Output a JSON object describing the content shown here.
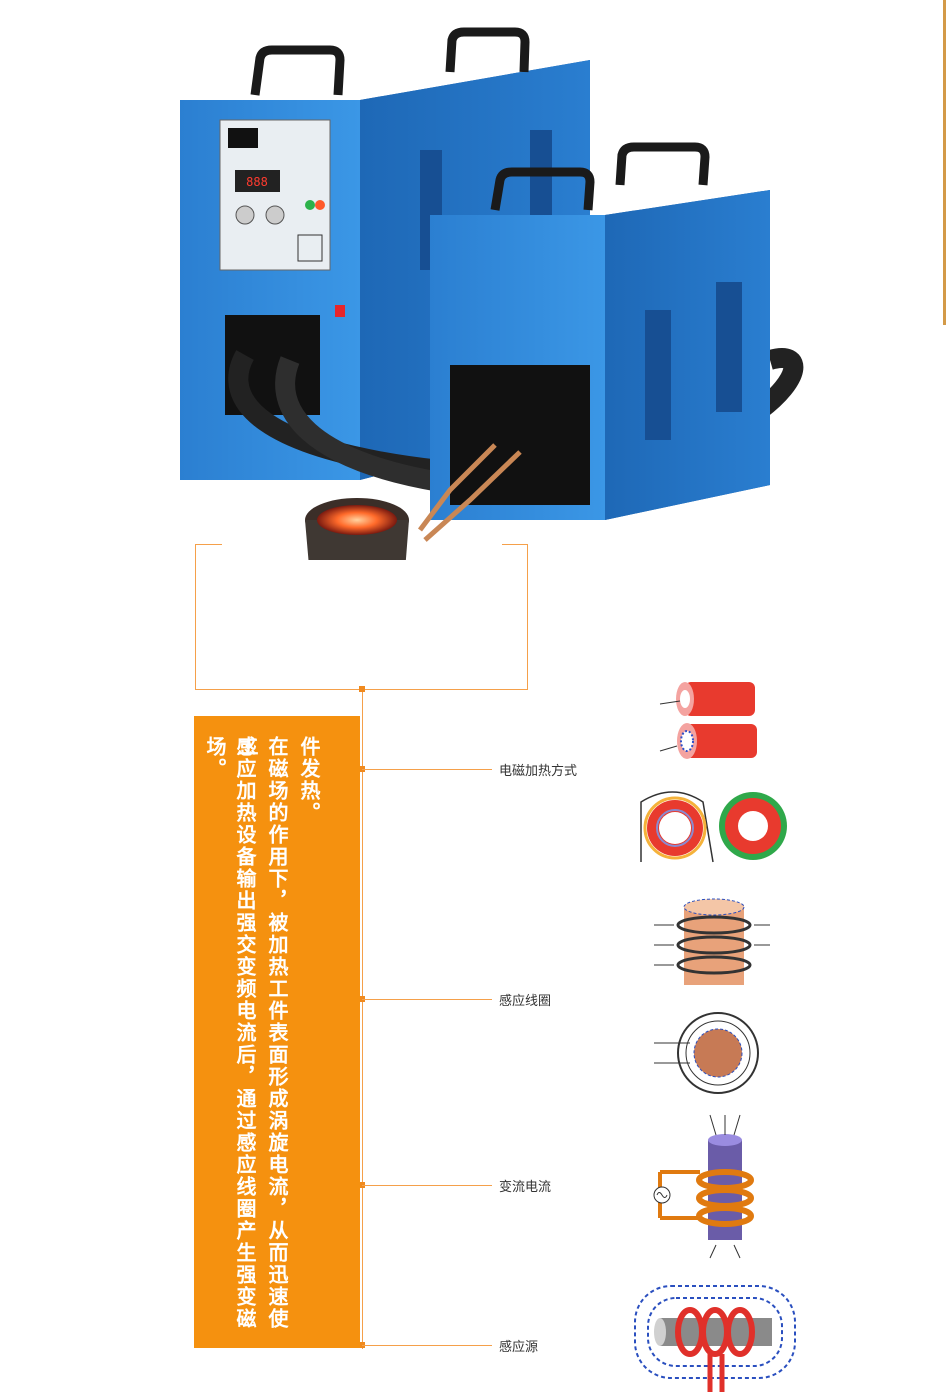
{
  "diagram_labels": {
    "electromagnetic_heating": "电磁加热方式",
    "induction_coil": "感应线圈",
    "alternating_current": "变流电流",
    "induction_source": "感应源"
  },
  "description_columns": [
    "感应加热设备输出强交变频电流后，通过感应线圈产生强变磁场。",
    "在磁场的作用下，被加热工件表面形成涡旋电流，从而迅速使工",
    "件发热。"
  ],
  "colors": {
    "accent_orange": "#f5910f",
    "machine_blue": "#2f86d6",
    "line_orange": "#f5a04a"
  }
}
